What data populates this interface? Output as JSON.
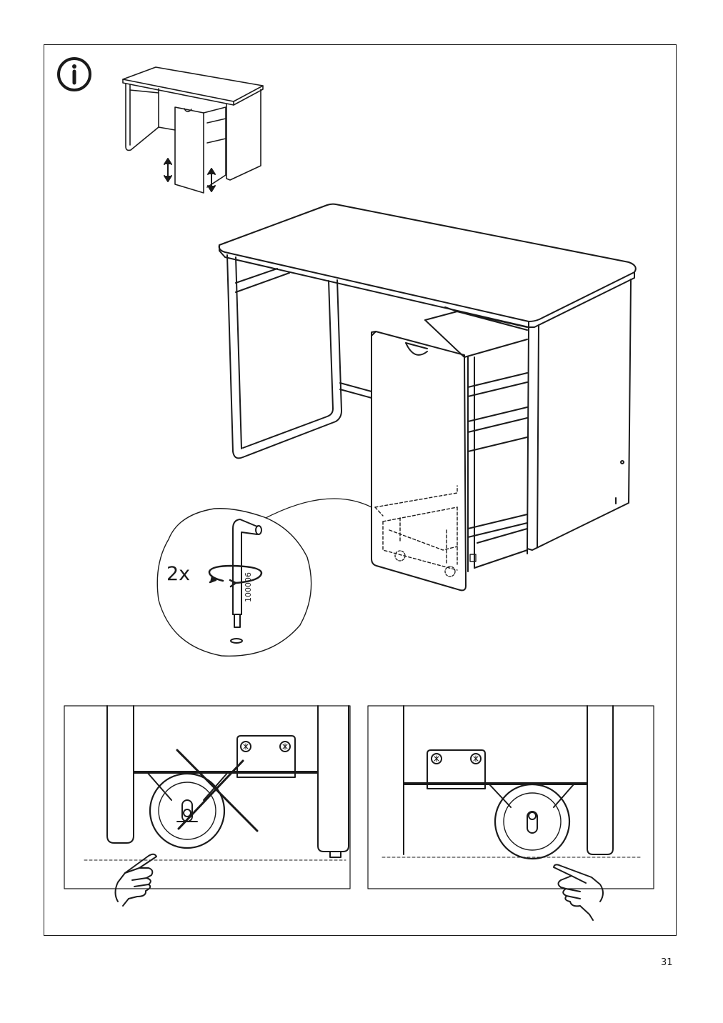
{
  "step": {
    "info_icon": "info-circle-icon",
    "quantity_label": "2x",
    "part_number": "100006",
    "tool": "allen-key-icon"
  },
  "comparison": {
    "wrong": {
      "mark": "cross-icon",
      "pointer": "pointing-hand-icon"
    },
    "right": {
      "pointer": "pointing-hand-icon"
    }
  },
  "page": {
    "number": "31"
  },
  "colors": {
    "line": "#1a1a1a",
    "background": "#ffffff"
  }
}
